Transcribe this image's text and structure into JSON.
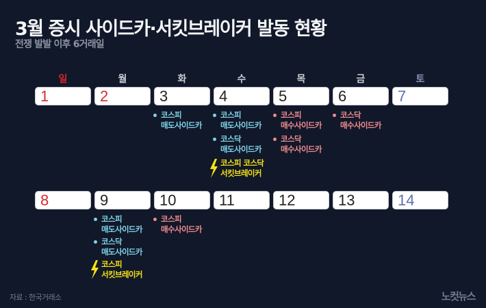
{
  "header": {
    "title": "3월 증시 사이드카·서킷브레이커 발동 현황",
    "subtitle": "전쟁 발발 이후 6거래일"
  },
  "weekdays": [
    "일",
    "월",
    "화",
    "수",
    "목",
    "금",
    "토"
  ],
  "weeks": [
    {
      "days": [
        "1",
        "2",
        "3",
        "4",
        "5",
        "6",
        "7"
      ]
    },
    {
      "days": [
        "8",
        "9",
        "10",
        "11",
        "12",
        "13",
        "14"
      ]
    }
  ],
  "events": {
    "d3": [
      {
        "type": "sell",
        "market": "코스피",
        "label": "매도사이드카"
      }
    ],
    "d4": [
      {
        "type": "sell",
        "market": "코스피",
        "label": "매도사이드카"
      },
      {
        "type": "sell",
        "market": "코스닥",
        "label": "매도사이드카"
      },
      {
        "type": "circuit",
        "market": "코스피 코스닥",
        "label": "서킷브레이커"
      }
    ],
    "d5": [
      {
        "type": "buy",
        "market": "코스피",
        "label": "매수사이드카"
      },
      {
        "type": "buy",
        "market": "코스닥",
        "label": "매수사이드카"
      }
    ],
    "d6": [
      {
        "type": "buy",
        "market": "코스닥",
        "label": "매수사이드카"
      }
    ],
    "d9": [
      {
        "type": "sell",
        "market": "코스피",
        "label": "매도사이드카"
      },
      {
        "type": "sell",
        "market": "코스닥",
        "label": "매도사이드카"
      },
      {
        "type": "circuit",
        "market": "코스피",
        "label": "서킷브레이커"
      }
    ],
    "d10": [
      {
        "type": "buy",
        "market": "코스피",
        "label": "매수사이드카"
      }
    ]
  },
  "colors": {
    "background": "#111829",
    "sell_sidecar": "#7fd3e8",
    "buy_sidecar": "#f08a8f",
    "circuit_breaker": "#f4e017",
    "sunday": "#d62b2f",
    "saturday": "#5a6fae"
  },
  "footer": {
    "source": "자료 : 한국거래소",
    "logo": "노컷뉴스"
  }
}
